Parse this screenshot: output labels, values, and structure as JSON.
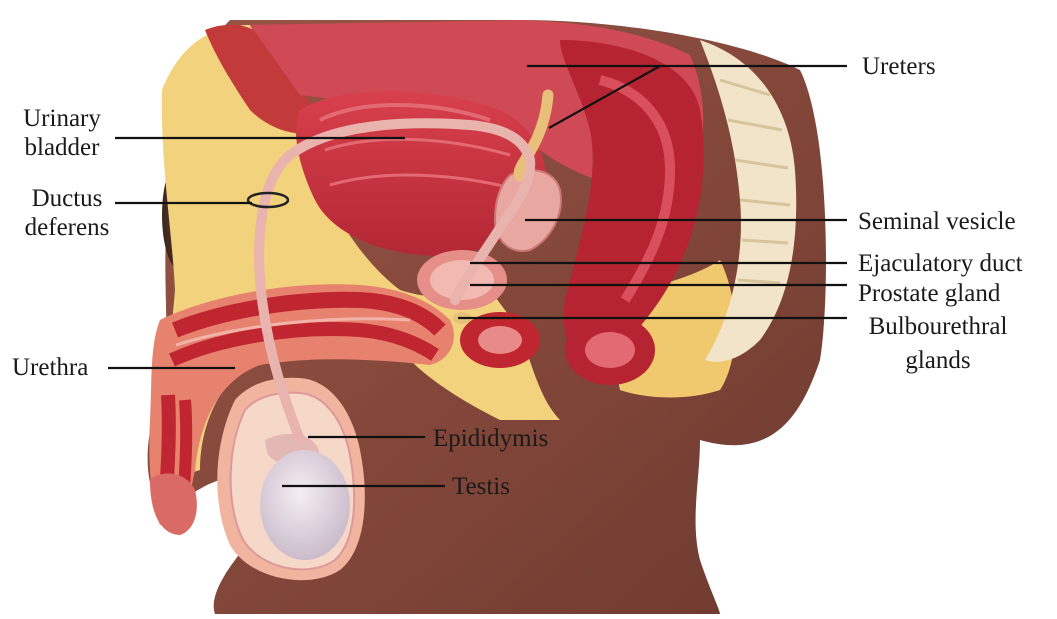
{
  "labels": {
    "ureters": "Ureters",
    "urinary_bladder_line1": "Urinary",
    "urinary_bladder_line2": "bladder",
    "ductus_deferens_line1": "Ductus",
    "ductus_deferens_line2": "deferens",
    "seminal_vesicle": "Seminal vesicle",
    "ejaculatory_duct": "Ejaculatory duct",
    "prostate_gland": "Prostate gland",
    "bulbourethral_line1": "Bulbourethral",
    "bulbourethral_line2": "glands",
    "urethra": "Urethra",
    "epididymis": "Epididymis",
    "testis": "Testis"
  },
  "colors": {
    "skin": "#8a4a3c",
    "skin_dark": "#6e3a2f",
    "fat": "#f3d27e",
    "muscle": "#c4303a",
    "muscle_light": "#e0505a",
    "tissue_pink": "#e98a8a",
    "bladder_lumen": "#d9505c",
    "duct": "#e9b3ae",
    "testis": "#e6dde6",
    "leader": "#111111",
    "bone": "#f1e4c9"
  }
}
